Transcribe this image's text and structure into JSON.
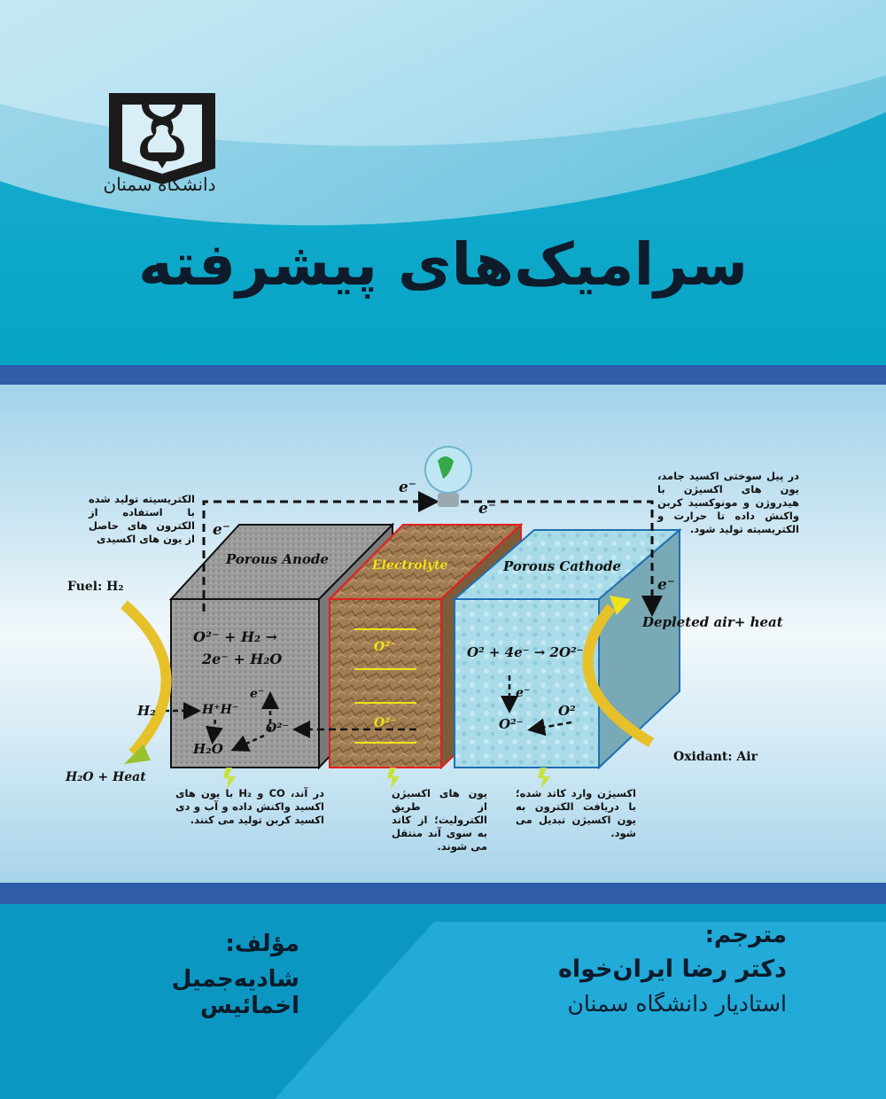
{
  "cover": {
    "publisher_logo_text": "دانشگاه سمنان",
    "title": "سرامیک‌های پیشرفته",
    "author": {
      "role": "مؤلف:",
      "name": "شادیه‌جمیل اخمائیس"
    },
    "translator": {
      "role": "مترجم:",
      "name": "دکتر رضا ایران‌خواه",
      "affiliation": "استادیار دانشگاه سمنان"
    },
    "colors": {
      "band": "#2f5daa",
      "top": "#10a9cb",
      "bottom": "#0c97c2",
      "bottom_panel": "#22aad8",
      "anode": "#9a9a9a",
      "electrolyte": "#a27c52",
      "cathode": "#a9dbe8"
    }
  },
  "diagram": {
    "layers": {
      "anode": "Porous Anode",
      "electrolyte": "Electrolyte",
      "cathode": "Porous Cathode"
    },
    "electron": "e⁻",
    "fuel_label": "Fuel: H₂",
    "exhaust_label": "H₂O + Heat",
    "oxidant_label": "Oxidant: Air",
    "depleted_label": "Depleted air+ heat",
    "anode_reaction_line1": "O²⁻ + H₂ →",
    "anode_reaction_line2": "2e⁻ + H₂O",
    "anode_h2": "H₂",
    "anode_hh": "H⁺H⁻",
    "anode_h2o": "H₂O",
    "anode_o2m": "O²⁻",
    "electrolyte_ion": "O²⁻",
    "cathode_reaction": "O² + 4e⁻ → 2O²⁻",
    "cathode_o2m": "O²⁻",
    "cathode_o2": "O²",
    "notes": {
      "top_left": "الکتریسیته تولید شده با استفاده از الکترون های حاصل از یون های اکسیدی",
      "top_right": "در پیل سوختی اکسید جامد، یون های اکسیژن با هیدروژن و مونوکسید کربن واکنش داده تا حرارت و الکتریسیته تولید شود.",
      "anode": "در آند، CO و H₂ با یون های اکسید واکنش داده و آب و دی اکسید کربن تولید می کنند.",
      "electrolyte": "یون های اکسیژن از طریق الکترولیت؛ از کاتد به سوی آند منتقل می شوند.",
      "cathode": "اکسیژن وارد کاتد شده؛ با دریافت الکترون به یون اکسیژن تبدیل می شود."
    }
  }
}
